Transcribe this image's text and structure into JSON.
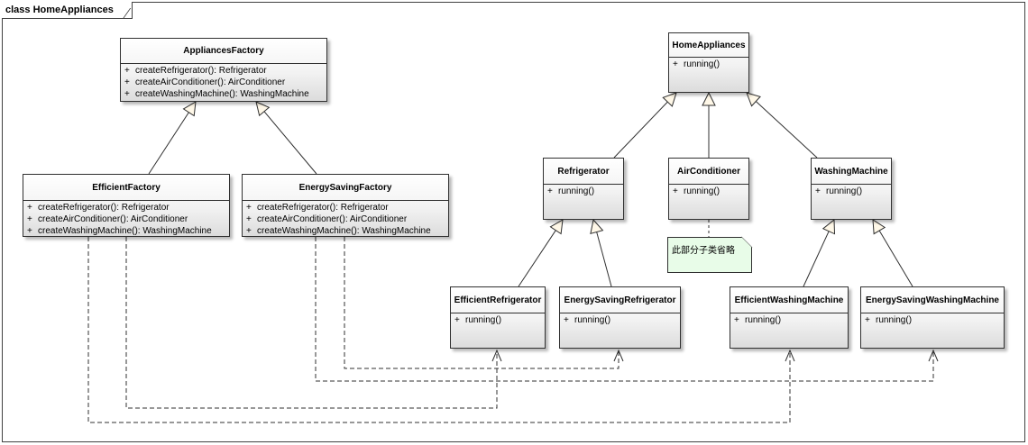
{
  "diagram": {
    "frame_title": "class HomeAppliances",
    "classes": [
      {
        "id": "AppliancesFactory",
        "name": "AppliancesFactory",
        "operations": [
          {
            "vis": "+",
            "sig": "createRefrigerator(): Refrigerator"
          },
          {
            "vis": "+",
            "sig": "createAirConditioner(): AirConditioner"
          },
          {
            "vis": "+",
            "sig": "createWashingMachine(): WashingMachine"
          }
        ]
      },
      {
        "id": "EfficientFactory",
        "name": "EfficientFactory",
        "operations": [
          {
            "vis": "+",
            "sig": "createRefrigerator(): Refrigerator"
          },
          {
            "vis": "+",
            "sig": "createAirConditioner(): AirConditioner"
          },
          {
            "vis": "+",
            "sig": "createWashingMachine(): WashingMachine"
          }
        ]
      },
      {
        "id": "EnergySavingFactory",
        "name": "EnergySavingFactory",
        "operations": [
          {
            "vis": "+",
            "sig": "createRefrigerator(): Refrigerator"
          },
          {
            "vis": "+",
            "sig": "createAirConditioner(): AirConditioner"
          },
          {
            "vis": "+",
            "sig": "createWashingMachine(): WashingMachine"
          }
        ]
      },
      {
        "id": "HomeAppliances",
        "name": "HomeAppliances",
        "operations": [
          {
            "vis": "+",
            "sig": "running()"
          }
        ]
      },
      {
        "id": "Refrigerator",
        "name": "Refrigerator",
        "operations": [
          {
            "vis": "+",
            "sig": "running()"
          }
        ]
      },
      {
        "id": "AirConditioner",
        "name": "AirConditioner",
        "operations": [
          {
            "vis": "+",
            "sig": "running()"
          }
        ]
      },
      {
        "id": "WashingMachine",
        "name": "WashingMachine",
        "operations": [
          {
            "vis": "+",
            "sig": "running()"
          }
        ]
      },
      {
        "id": "EfficientRefrigerator",
        "name": "EfficientRefrigerator",
        "operations": [
          {
            "vis": "+",
            "sig": "running()"
          }
        ]
      },
      {
        "id": "EnergySavingRefrigerator",
        "name": "EnergySavingRefrigerator",
        "operations": [
          {
            "vis": "+",
            "sig": "running()"
          }
        ]
      },
      {
        "id": "EfficientWashingMachine",
        "name": "EfficientWashingMachine",
        "operations": [
          {
            "vis": "+",
            "sig": "running()"
          }
        ]
      },
      {
        "id": "EnergySavingWashingMachine",
        "name": "EnergySavingWashingMachine",
        "operations": [
          {
            "vis": "+",
            "sig": "running()"
          }
        ]
      }
    ],
    "note": {
      "id": "AirConditionerNote",
      "text": "此部分子类省略",
      "attached_to": "AirConditioner"
    },
    "generalizations": [
      {
        "child": "EfficientFactory",
        "parent": "AppliancesFactory"
      },
      {
        "child": "EnergySavingFactory",
        "parent": "AppliancesFactory"
      },
      {
        "child": "Refrigerator",
        "parent": "HomeAppliances"
      },
      {
        "child": "AirConditioner",
        "parent": "HomeAppliances"
      },
      {
        "child": "WashingMachine",
        "parent": "HomeAppliances"
      },
      {
        "child": "EfficientRefrigerator",
        "parent": "Refrigerator"
      },
      {
        "child": "EnergySavingRefrigerator",
        "parent": "Refrigerator"
      },
      {
        "child": "EfficientWashingMachine",
        "parent": "WashingMachine"
      },
      {
        "child": "EnergySavingWashingMachine",
        "parent": "WashingMachine"
      }
    ],
    "dependencies": [
      {
        "from": "EfficientFactory",
        "to": "EfficientRefrigerator"
      },
      {
        "from": "EfficientFactory",
        "to": "EfficientWashingMachine"
      },
      {
        "from": "EnergySavingFactory",
        "to": "EnergySavingRefrigerator"
      },
      {
        "from": "EnergySavingFactory",
        "to": "EnergySavingWashingMachine"
      }
    ],
    "colors": {
      "border": "#303030",
      "note_fill": "#e8fce8",
      "fill_top": "#ffffff",
      "fill_bottom": "#dcdcdc"
    }
  }
}
